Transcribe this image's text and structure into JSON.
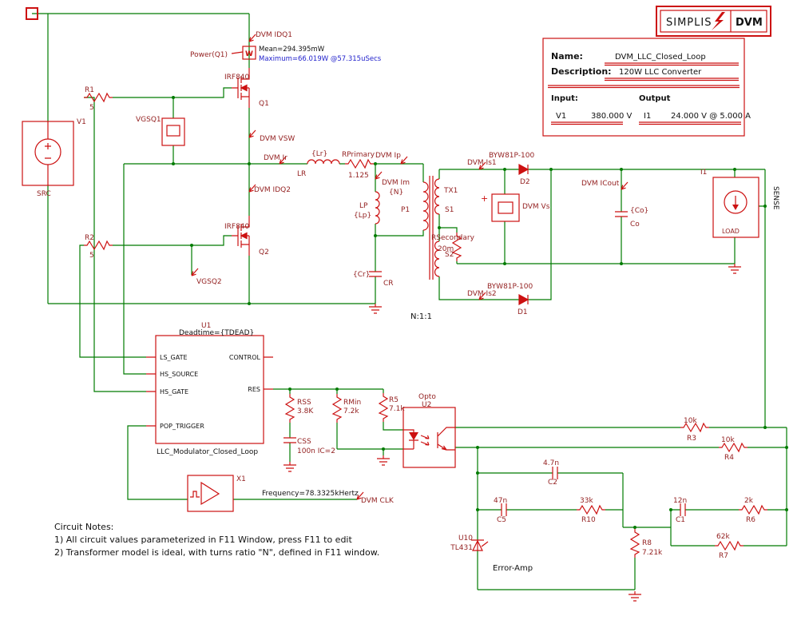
{
  "logo": {
    "simplis": "SIMPLIS",
    "dvm": "DVM"
  },
  "info_box": {
    "name_label": "Name:",
    "name_value": "DVM_LLC_Closed_Loop",
    "description_label": "Description:",
    "description_value": "120W LLC Converter",
    "input_label": "Input:",
    "output_label": "Output",
    "input_source": "V1",
    "input_value": "380.000 V",
    "output_source": "I1",
    "output_value": "24.000 V @ 5.000 A"
  },
  "source": {
    "ref": "V1",
    "model": "SRC"
  },
  "power_stage": {
    "r1_ref": "R1",
    "r1_val": "5",
    "r2_ref": "R2",
    "r2_val": "5",
    "q1_model": "IRF840",
    "q1_ref": "Q1",
    "q2_model": "IRF840",
    "q2_ref": "Q2"
  },
  "probes": {
    "idq1": "DVM IDQ1",
    "idq2": "DVM IDQ2",
    "vsw": "DVM VSW",
    "ir": "DVM Ir",
    "ip": "DVM Ip",
    "im": "DVM Im",
    "is1": "DVM Is1",
    "is2": "DVM Is2",
    "vs": "DVM Vs",
    "vs_plus": "+",
    "icout": "DVM ICout",
    "clk": "DVM CLK",
    "vgsq1": "VGSQ1",
    "vgsq2": "VGSQ2",
    "power": "Power(Q1)",
    "power_unit": "W",
    "mean": "Mean=294.395mW",
    "maximum": "Maximum=66.019W @57.315uSecs"
  },
  "tank": {
    "lr_val": "{Lr}",
    "lr_ref": "LR",
    "rprim_ref": "RPrimary",
    "rprim_val": "1.125",
    "lp_ref": "LP",
    "lp_val": "{Lp}",
    "p1": "P1",
    "cr_val": "{Cr}",
    "cr_ref": "CR",
    "n_param": "{N}"
  },
  "transformer": {
    "ref": "TX1",
    "s1": "S1",
    "s2": "S2",
    "ratio": "N:1:1",
    "rsec_ref": "RSecondary",
    "rsec_val": "20m"
  },
  "rectifier": {
    "d2_model": "BYW81P-100",
    "d2_ref": "D2",
    "d1_model": "BYW81P-100",
    "d1_ref": "D1"
  },
  "output": {
    "co_val": "{Co}",
    "co_ref": "Co",
    "i1_ref": "I1",
    "load": "LOAD",
    "sense": "SENSE"
  },
  "controller": {
    "ref": "U1",
    "param": "Deadtime={TDEAD}",
    "model": "LLC_Modulator_Closed_Loop",
    "pins": {
      "ls_gate": "LS_GATE",
      "hs_source": "HS_SOURCE",
      "hs_gate": "HS_GATE",
      "pop_trigger": "POP_TRIGGER",
      "control": "CONTROL",
      "res": "RES"
    }
  },
  "soft_start": {
    "rss_ref": "RSS",
    "rss_val": "3.8K",
    "rmin_ref": "RMin",
    "rmin_val": "7.2k",
    "r5_ref": "R5",
    "r5_val": "7.1k",
    "css_ref": "CSS",
    "css_val": "100n IC=2"
  },
  "opto": {
    "label": "Opto",
    "ref": "U2"
  },
  "oscillator": {
    "ref": "X1",
    "frequency": "Frequency=78.3325kHertz"
  },
  "feedback": {
    "r3_val": "10k",
    "r3_ref": "R3",
    "r4_val": "10k",
    "r4_ref": "R4",
    "c2_val": "4.7n",
    "c2_ref": "C2",
    "c5_val": "47n",
    "c5_ref": "C5",
    "r10_val": "33k",
    "r10_ref": "R10",
    "c1_val": "12n",
    "c1_ref": "C1",
    "r6_val": "2k",
    "r6_ref": "R6",
    "r7_val": "62k",
    "r7_ref": "R7",
    "r8_ref": "R8",
    "r8_val": "7.21k",
    "u10_ref": "U10",
    "u10_model": "TL431",
    "error_amp": "Error-Amp"
  },
  "notes": {
    "title": "Circuit Notes:",
    "line1": "1) All circuit values parameterized in F11 Window, press F11 to edit",
    "line2": "2) Transformer model is ideal, with turns ratio \"N\", defined in F11 window."
  },
  "colors": {
    "wire": "#007b00",
    "component": "#cc1111",
    "label": "#942222",
    "text": "#111111",
    "measure": "#2222cc"
  }
}
